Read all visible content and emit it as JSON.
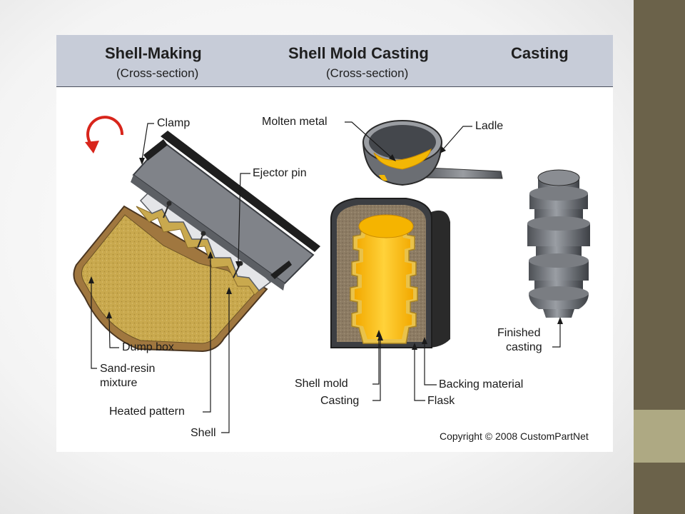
{
  "header": {
    "shell_making": "Shell-Making",
    "shell_making_sub": "(Cross-section)",
    "shell_mold_casting": "Shell Mold Casting",
    "shell_mold_casting_sub": "(Cross-section)",
    "casting": "Casting"
  },
  "labels": {
    "clamp": "Clamp",
    "ejector_pin": "Ejector pin",
    "dump_box": "Dump box",
    "sand_resin_1": "Sand-resin",
    "sand_resin_2": "mixture",
    "heated_pattern": "Heated pattern",
    "shell": "Shell",
    "molten_metal": "Molten metal",
    "ladle": "Ladle",
    "shell_mold": "Shell mold",
    "casting": "Casting",
    "backing_material": "Backing material",
    "flask": "Flask",
    "finished_casting_1": "Finished",
    "finished_casting_2": "casting"
  },
  "copyright": "Copyright © 2008 CustomPartNet",
  "colors": {
    "header_bg": "#c7ccd8",
    "sand": "#c9a94e",
    "molten_metal": "#f2b705",
    "steel": "#7a7d82",
    "rotation_arrow": "#d8251b",
    "side_bar_dark": "#6b624a",
    "side_bar_light": "#aea983"
  }
}
